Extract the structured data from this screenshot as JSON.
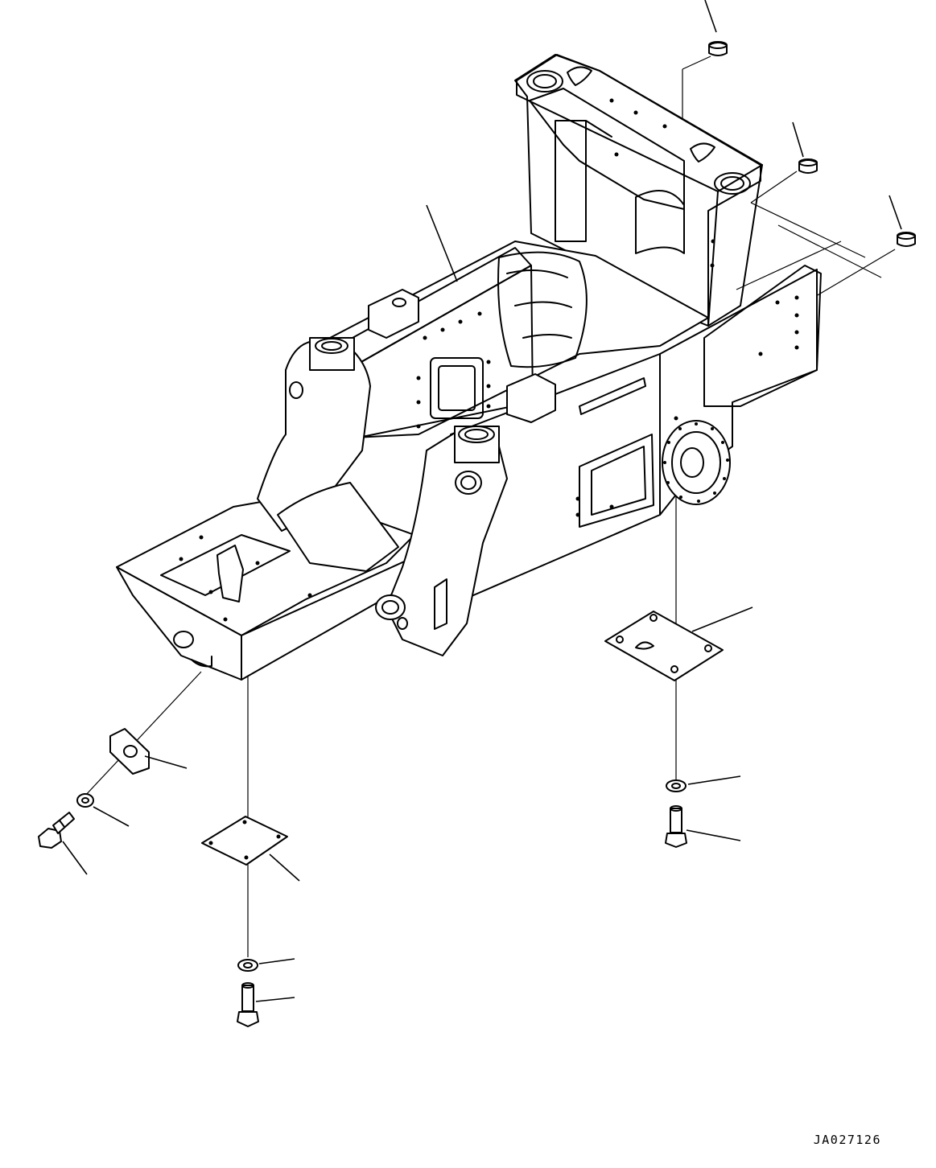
{
  "drawing": {
    "code": "JA027126"
  },
  "parts": [
    "main-frame",
    "cap-top",
    "cap-mid",
    "cap-right",
    "cover-plate-left",
    "washer-left",
    "bolt-left",
    "bottom-plate-center",
    "washer-center",
    "bolt-center",
    "bottom-plate-right",
    "washer-right",
    "bolt-right"
  ]
}
